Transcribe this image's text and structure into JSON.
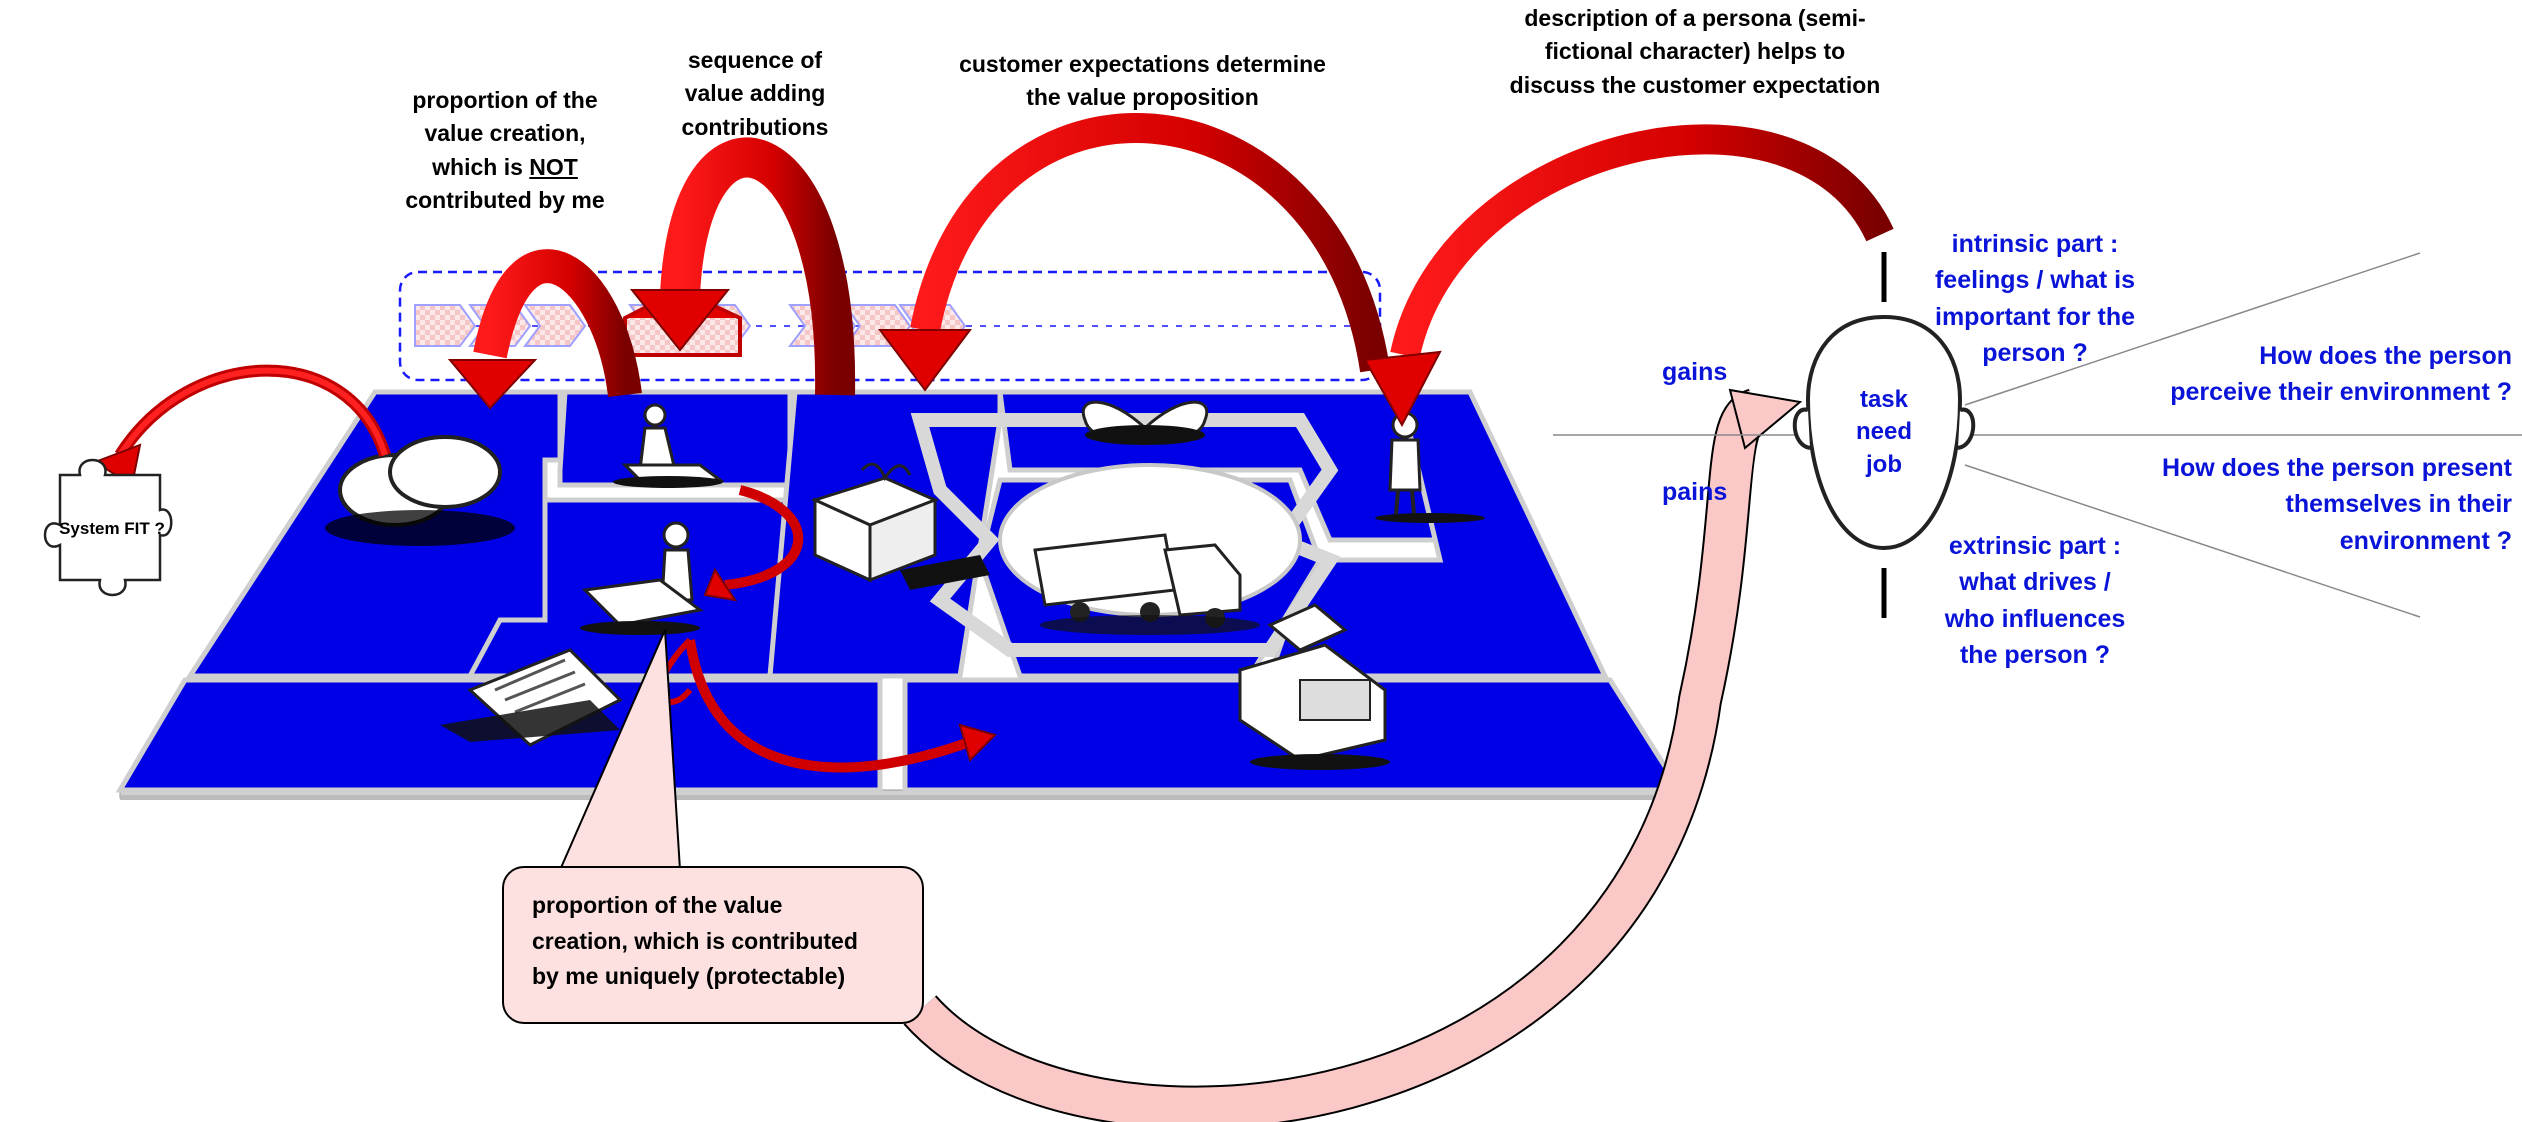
{
  "labels": {
    "not_contributed": {
      "line1": "proportion of the",
      "line2": "value creation,",
      "line3_pre": "which is ",
      "line3_emph": "NOT",
      "line4": "contributed by me"
    },
    "sequence": [
      "sequence of",
      "value adding",
      "contributions"
    ],
    "customer_expectations": [
      "customer expectations determine",
      "the value proposition"
    ],
    "persona": [
      "description of a persona (semi-",
      "fictional character) helps to",
      "discuss the customer expectation"
    ],
    "contributed_uniquely": [
      "proportion of the value",
      "creation, which is contributed",
      "by me uniquely (protectable)"
    ],
    "system_fit": "System FIT ?",
    "gains": "gains",
    "pains": "pains",
    "head": [
      "task",
      "need",
      "job"
    ],
    "intrinsic": [
      "intrinsic part :",
      "feelings / what is",
      "important for the",
      "person ?"
    ],
    "extrinsic": [
      "extrinsic part :",
      "what drives /",
      "who influences",
      "the person ?"
    ],
    "perceive": [
      "How does the person",
      "perceive their environment ?"
    ],
    "present": [
      "How does the person present",
      "themselves in their",
      "environment ?"
    ]
  },
  "colors": {
    "canvas_blue": "#0000e6",
    "arrow_red": "#e00000",
    "arrow_dark_red": "#8c0000",
    "callout_pink": "#fde0e0",
    "label_blue": "#0a14d8",
    "dashed_frame": "#1a1aff"
  },
  "icons": [
    "rings-icon",
    "worker-icon",
    "gift-box-icon",
    "heart-icon",
    "person-icon",
    "checkout-worker-icon",
    "delivery-truck-icon",
    "cash-register-icon",
    "document-icon",
    "puzzle-piece-icon",
    "head-icon"
  ]
}
